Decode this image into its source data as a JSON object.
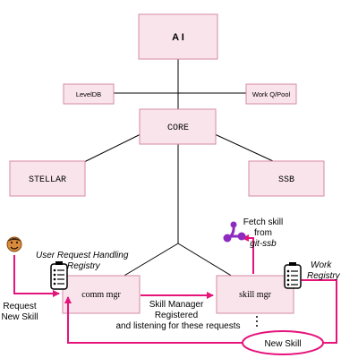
{
  "boxes": {
    "ai": "A I",
    "leveldb": "LevelDB",
    "workq": "Work Q/Pool",
    "core": "CORE",
    "stellar": "STELLAR",
    "ssb": "SSB",
    "comm": "comm mgr",
    "skill": "skill mgr"
  },
  "labels": {
    "fetch_1": "Fetch skill",
    "fetch_2": "from",
    "fetch_3": "git-ssb",
    "user_req_1": "User Request Handling",
    "user_req_2": "Registry",
    "work_reg_1": "Work",
    "work_reg_2": "Registry",
    "request_1": "Request",
    "request_2": "New Skill",
    "skill_mgr_1": "Skill Manager",
    "skill_mgr_2": "Registered",
    "skill_mgr_3": "and listening for these requests",
    "new_skill": "New Skill"
  },
  "colors": {
    "box_fill": "#f9e4ec",
    "box_stroke": "#d68aa6",
    "connector": "#000000",
    "arrow": "#e6137a"
  },
  "icons": {
    "user": "user-face-icon",
    "registry": "clipboard-list-icon",
    "git": "git-branch-icon"
  }
}
